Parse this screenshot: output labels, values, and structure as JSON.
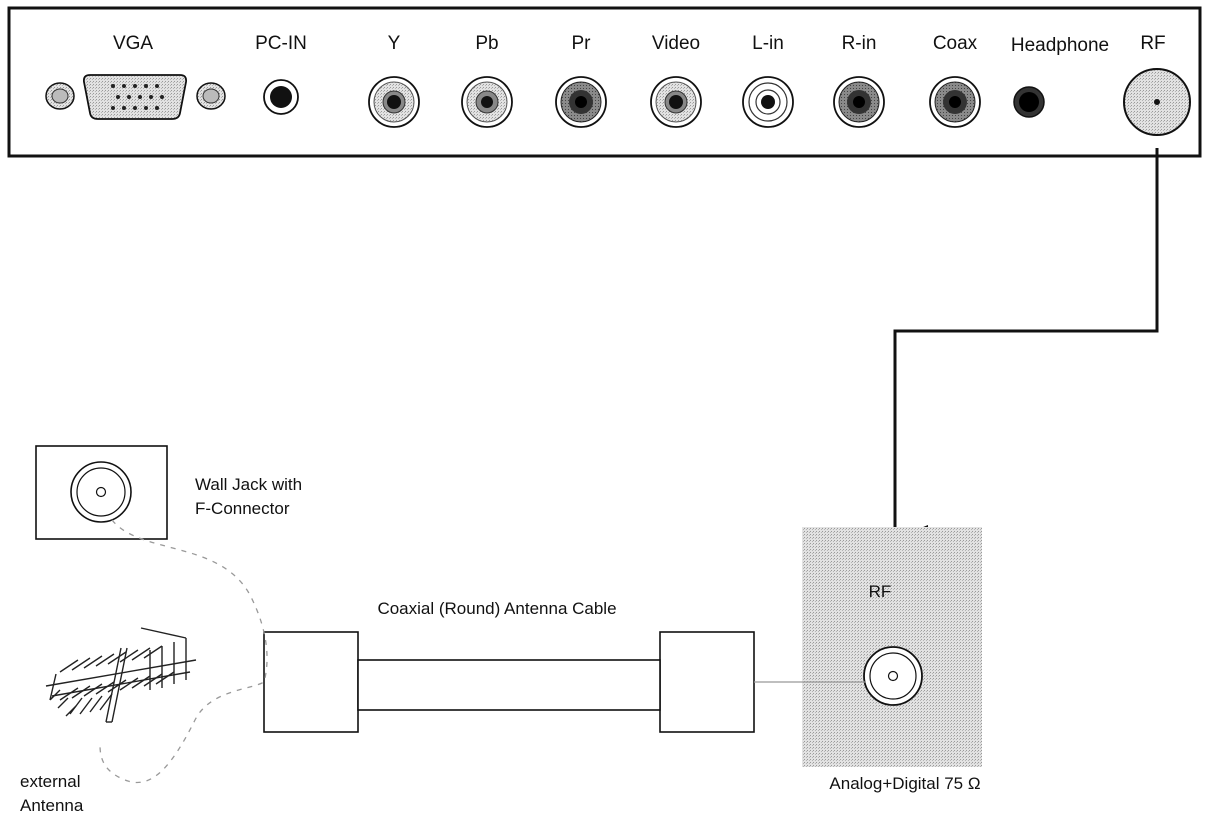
{
  "panel": {
    "ports": [
      {
        "id": "vga",
        "label": "VGA",
        "kind": "vga"
      },
      {
        "id": "pc-in",
        "label": "PC-IN",
        "kind": "mini-jack"
      },
      {
        "id": "y",
        "label": "Y",
        "kind": "rca-light"
      },
      {
        "id": "pb",
        "label": "Pb",
        "kind": "rca-light"
      },
      {
        "id": "pr",
        "label": "Pr",
        "kind": "rca-dark"
      },
      {
        "id": "video",
        "label": "Video",
        "kind": "rca-light"
      },
      {
        "id": "l-in",
        "label": "L-in",
        "kind": "rca-white"
      },
      {
        "id": "r-in",
        "label": "R-in",
        "kind": "rca-dark"
      },
      {
        "id": "coax",
        "label": "Coax",
        "kind": "rca-dark"
      },
      {
        "id": "headphone",
        "label": "Headphone",
        "kind": "mini-jack"
      },
      {
        "id": "rf",
        "label": "RF",
        "kind": "rf"
      }
    ]
  },
  "wall_jack": {
    "label_line1": "Wall Jack with",
    "label_line2": "F-Connector"
  },
  "antenna": {
    "label_line1": "external",
    "label_line2": "Antenna"
  },
  "cable": {
    "label": "Coaxial (Round) Antenna Cable"
  },
  "rf_input": {
    "label": "RF",
    "caption": "Analog+Digital 75 Ω"
  },
  "colors": {
    "line": "#111111",
    "dashed": "#999999",
    "rf_fill": "#cfcfcf"
  }
}
